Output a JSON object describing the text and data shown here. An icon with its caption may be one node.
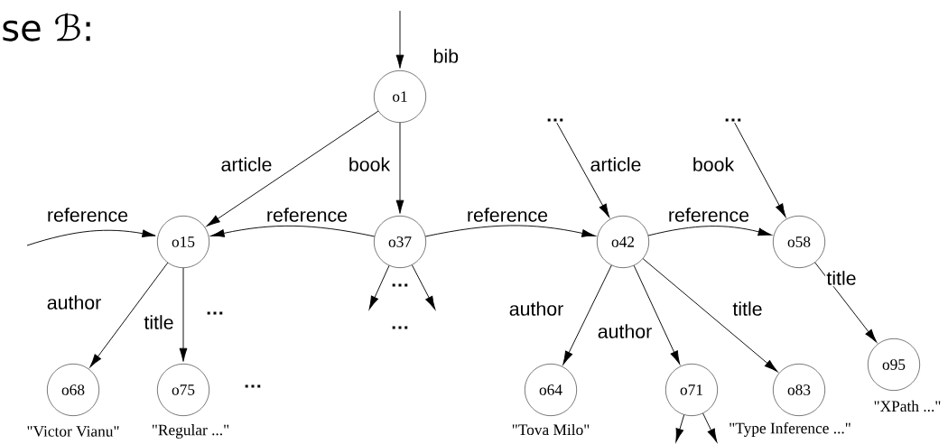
{
  "diagram": {
    "title": "se ℬ:",
    "nodes": [
      {
        "text": [
          "o1"
        ]
      },
      {
        "text": [
          "…"
        ]
      },
      {
        "text": [
          "…"
        ]
      },
      {
        "text": [
          "o15"
        ]
      },
      {
        "text": [
          "o37"
        ]
      },
      {
        "text": [
          "o42"
        ]
      },
      {
        "text": [
          "o58"
        ]
      },
      {
        "text": [
          "o68"
        ],
        "beside": [
          "\"Victor Vianu\""
        ]
      },
      {
        "text": [
          "o75"
        ],
        "beside": [
          "\"Regular ...\""
        ]
      },
      {
        "text": [
          "o64"
        ],
        "beside": [
          "\"Tova Milo\""
        ]
      },
      {
        "text": [
          "o71"
        ]
      },
      {
        "text": [
          "o83"
        ],
        "beside": [
          "\"Type Inference ...\""
        ]
      },
      {
        "text": [
          "o95"
        ],
        "beside": [
          "\"XPath ...\""
        ]
      }
    ],
    "edges": [
      {
        "from": null,
        "to": 0,
        "arrow": "to",
        "label": "bib"
      },
      {
        "from": 0,
        "to": 3,
        "arrow": "to",
        "label": "article"
      },
      {
        "from": 0,
        "to": 4,
        "arrow": "to",
        "label": "book"
      },
      {
        "from": null,
        "to": 3,
        "arrow": "to",
        "label": "reference"
      },
      {
        "from": 4,
        "to": 3,
        "arrow": "to",
        "label": "reference"
      },
      {
        "from": 4,
        "to": 5,
        "arrow": "to",
        "label": "reference"
      },
      {
        "from": 5,
        "to": 6,
        "arrow": "to",
        "label": "reference"
      },
      {
        "from": 1,
        "to": 5,
        "arrow": "to",
        "label": "article"
      },
      {
        "from": 2,
        "to": 6,
        "arrow": "to",
        "label": "book"
      },
      {
        "from": 3,
        "to": 7,
        "arrow": "to",
        "label": "author"
      },
      {
        "from": 3,
        "to": 8,
        "arrow": "to",
        "label": "title"
      },
      {
        "from": 4,
        "to": null,
        "arrow": "to"
      },
      {
        "from": 4,
        "to": null,
        "arrow": "to"
      },
      {
        "from": 5,
        "to": 9,
        "arrow": "to",
        "label": "author"
      },
      {
        "from": 5,
        "to": 10,
        "arrow": "to",
        "label": "author"
      },
      {
        "from": 5,
        "to": 11,
        "arrow": "to",
        "label": "title"
      },
      {
        "from": 6,
        "to": 12,
        "arrow": "to",
        "label": "title"
      },
      {
        "from": 10,
        "to": null,
        "arrow": "to"
      },
      {
        "from": 10,
        "to": null,
        "arrow": "to"
      }
    ],
    "labels": [
      "…",
      "…",
      "…",
      "…"
    ]
  }
}
